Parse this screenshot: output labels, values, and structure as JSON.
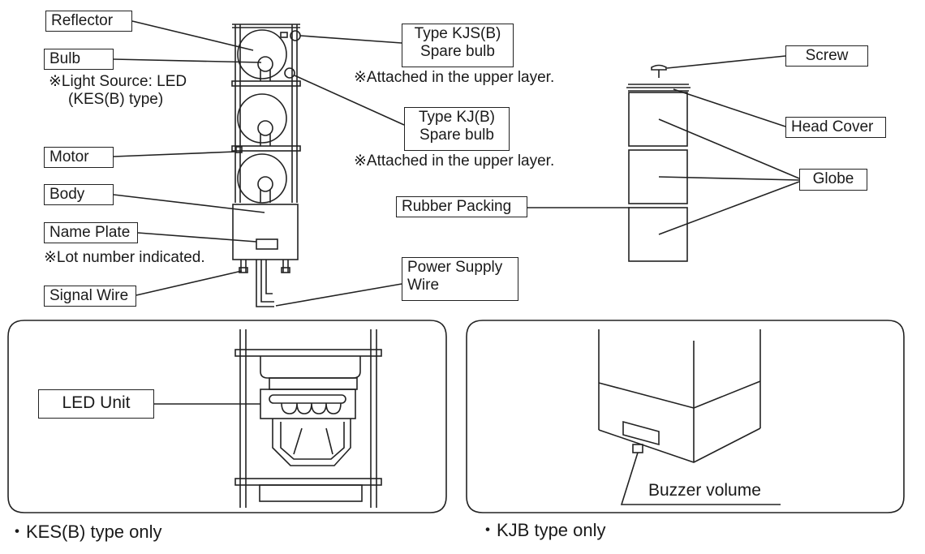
{
  "labels": {
    "reflector": "Reflector",
    "bulb": "Bulb",
    "light_source_note": [
      "※Light Source: LED",
      "(KES(B) type)"
    ],
    "motor": "Motor",
    "body": "Body",
    "name_plate": "Name Plate",
    "lot_note": "※Lot number indicated.",
    "signal_wire": "Signal Wire",
    "type_kjs": [
      "Type KJS(B)",
      "Spare bulb"
    ],
    "kjs_note": "※Attached in the upper layer.",
    "type_kj": [
      "Type KJ(B)",
      "Spare bulb"
    ],
    "kj_note": "※Attached in the upper layer.",
    "power_supply_wire": [
      "Power Supply",
      "Wire"
    ],
    "screw": "Screw",
    "head_cover": "Head Cover",
    "globe": "Globe",
    "rubber_packing": "Rubber Packing",
    "led_unit": "LED Unit",
    "buzzer_volume": "Buzzer volume"
  },
  "captions": {
    "kes": "・KES(B) type only",
    "kjb": "・KJB type only"
  }
}
